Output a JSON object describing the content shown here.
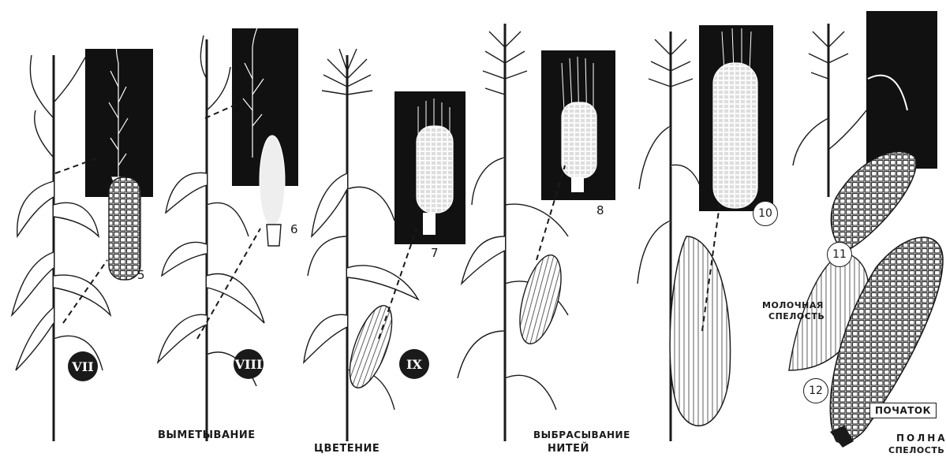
{
  "stages": {
    "s5": "5",
    "s6": "6",
    "s7": "7",
    "s8": "8",
    "s10": "10",
    "s11": "11",
    "s12": "12",
    "r7": "VII",
    "r8": "VIII",
    "r9": "IX"
  },
  "labels": {
    "vymetyvanie": "ВЫМЕТЫВАНИЕ",
    "tsvetenie": "ЦВЕТЕНИЕ",
    "vybrasyvanie": "ВЫБРАСЫВАНИЕ",
    "nitey": "НИТЕЙ",
    "molochnaya": "МОЛОЧНАЯ",
    "spelost1": "СПЕЛОСТЬ",
    "pochatok": "ПОЧАТОК",
    "polnaya": "ПОЛНАЯ",
    "spelost2": "СПЕЛОСТЬ"
  },
  "colors": {
    "ink": "#1a1a1a",
    "panel": "#111111",
    "paper": "#ffffff"
  }
}
